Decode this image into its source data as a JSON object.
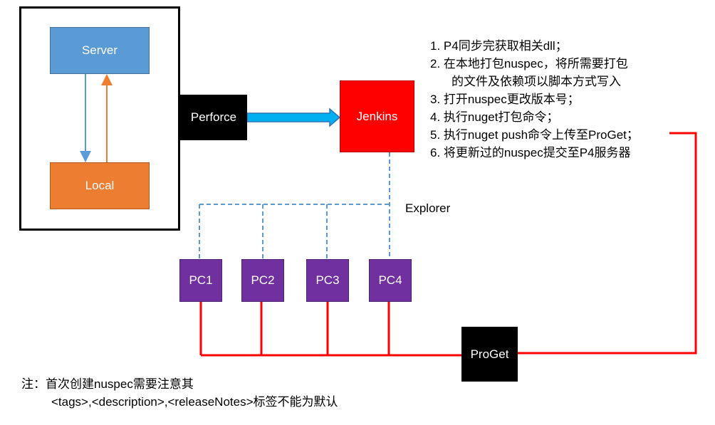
{
  "nodes": {
    "server": "Server",
    "local": "Local",
    "perforce": "Perforce",
    "jenkins": "Jenkins",
    "pc1": "PC1",
    "pc2": "PC2",
    "pc3": "PC3",
    "pc4": "PC4",
    "proget": "ProGet",
    "explorer": "Explorer"
  },
  "steps": [
    "1.   P4同步完获取相关dll；",
    "2.   在本地打包nuspec，将所需要打包",
    "的文件及依赖项以脚本方式写入",
    "3. 打开nuspec更改版本号；",
    "4. 执行nuget打包命令；",
    "5. 执行nuget push命令上传至ProGet；",
    "6. 将更新过的nuspec提交至P4服务器"
  ],
  "note": {
    "line1": "注：首次创建nuspec需要注意其",
    "line2": "<tags>,<description>,<releaseNotes>标签不能为默认"
  },
  "colors": {
    "server": "#5b9bd5",
    "local": "#ed7d31",
    "jenkins": "#ff0000",
    "pc": "#7030a0",
    "network": "#ff0000",
    "explorer_link": "#5b9bd5",
    "sync_arrow": "#00b0f0"
  }
}
